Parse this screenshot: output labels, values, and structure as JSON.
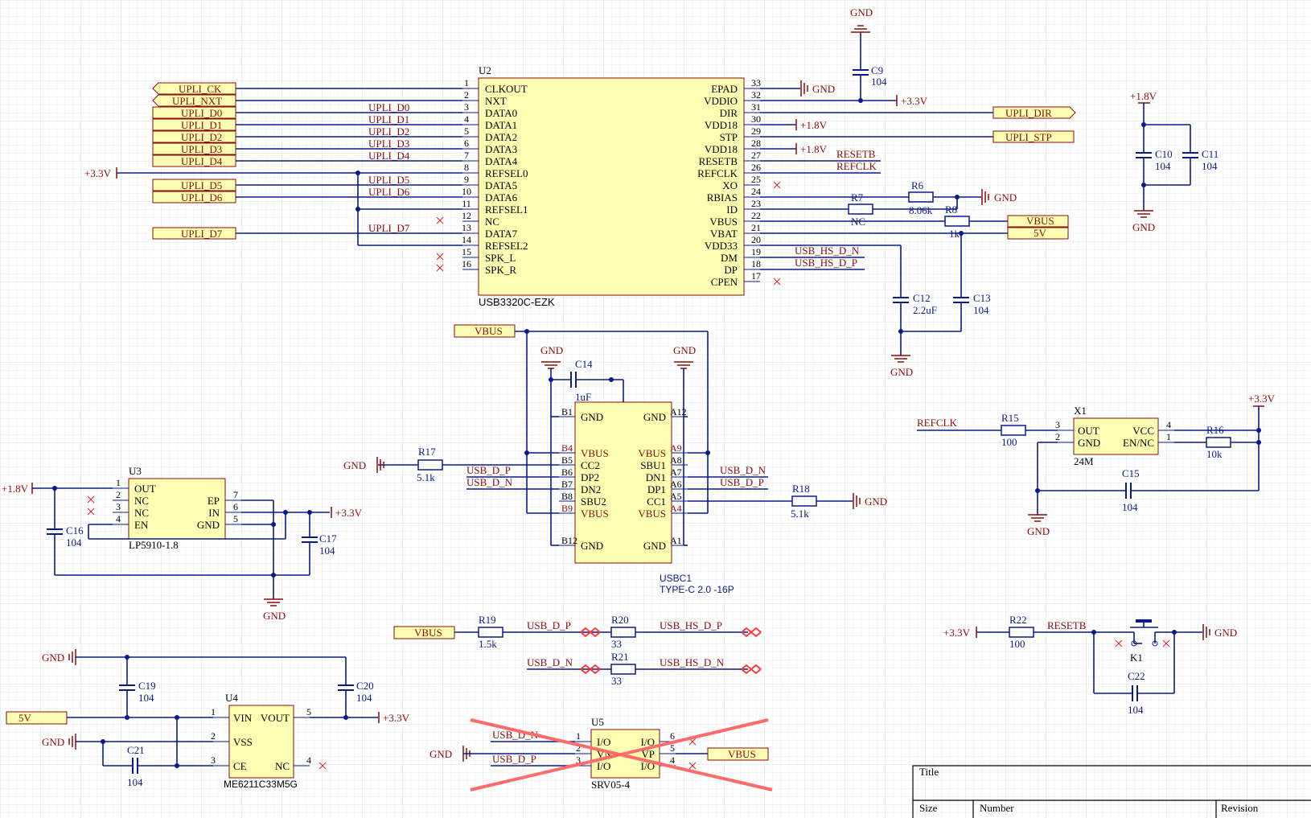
{
  "colors": {
    "wire": "#0a1a8c",
    "power": "#8a0a0a",
    "body": "#ffffb4",
    "no_connect": "#d02020",
    "cross": "#ff5a5a"
  },
  "power_labels": {
    "gnd": "GND",
    "v33": "+3.3V",
    "v18": "+1.8V"
  },
  "u2": {
    "designator": "U2",
    "part": "USB3320C-EZK",
    "left_pins": [
      {
        "num": "1",
        "name": "CLKOUT"
      },
      {
        "num": "2",
        "name": "NXT"
      },
      {
        "num": "3",
        "name": "DATA0"
      },
      {
        "num": "4",
        "name": "DATA1"
      },
      {
        "num": "5",
        "name": "DATA2"
      },
      {
        "num": "6",
        "name": "DATA3"
      },
      {
        "num": "7",
        "name": "DATA4"
      },
      {
        "num": "8",
        "name": "REFSEL0"
      },
      {
        "num": "9",
        "name": "DATA5"
      },
      {
        "num": "10",
        "name": "DATA6"
      },
      {
        "num": "11",
        "name": "REFSEL1"
      },
      {
        "num": "12",
        "name": "NC"
      },
      {
        "num": "13",
        "name": "DATA7"
      },
      {
        "num": "14",
        "name": "REFSEL2"
      },
      {
        "num": "15",
        "name": "SPK_L"
      },
      {
        "num": "16",
        "name": "SPK_R"
      }
    ],
    "right_pins": [
      {
        "num": "33",
        "name": "EPAD"
      },
      {
        "num": "32",
        "name": "VDDIO"
      },
      {
        "num": "31",
        "name": "DIR"
      },
      {
        "num": "30",
        "name": "VDD18"
      },
      {
        "num": "29",
        "name": "STP"
      },
      {
        "num": "28",
        "name": "VDD18"
      },
      {
        "num": "27",
        "name": "RESETB"
      },
      {
        "num": "26",
        "name": "REFCLK"
      },
      {
        "num": "25",
        "name": "XO"
      },
      {
        "num": "24",
        "name": "RBIAS"
      },
      {
        "num": "23",
        "name": "ID"
      },
      {
        "num": "22",
        "name": "VBUS"
      },
      {
        "num": "21",
        "name": "VBAT"
      },
      {
        "num": "20",
        "name": "VDD33"
      },
      {
        "num": "19",
        "name": "DM"
      },
      {
        "num": "18",
        "name": "DP"
      },
      {
        "num": "17",
        "name": "CPEN"
      }
    ]
  },
  "ports": {
    "upli_ck": "UPLI_CK",
    "upli_nxt": "UPLI_NXT",
    "upli_d": [
      "UPLI_D0",
      "UPLI_D1",
      "UPLI_D2",
      "UPLI_D3",
      "UPLI_D4",
      "UPLI_D5",
      "UPLI_D6",
      "UPLI_D7"
    ],
    "upli_dir": "UPLI_DIR",
    "upli_stp": "UPLI_STP",
    "vbus": "VBUS",
    "v5": "5V"
  },
  "nets": {
    "upli_d0": "UPLI_D0",
    "upli_d1": "UPLI_D1",
    "upli_d2": "UPLI_D2",
    "upli_d3": "UPLI_D3",
    "upli_d4": "UPLI_D4",
    "upli_d5": "UPLI_D5",
    "upli_d6": "UPLI_D6",
    "upli_d7": "UPLI_D7",
    "resetb": "RESETB",
    "refclk": "REFCLK",
    "usb_hs_d_n": "USB_HS_D_N",
    "usb_hs_d_p": "USB_HS_D_P",
    "usb_d_p": "USB_D_P",
    "usb_d_n": "USB_D_N"
  },
  "passives": {
    "c9": {
      "ref": "C9",
      "val": "104"
    },
    "c10": {
      "ref": "C10",
      "val": "104"
    },
    "c11": {
      "ref": "C11",
      "val": "104"
    },
    "c12": {
      "ref": "C12",
      "val": "2.2uF"
    },
    "c13": {
      "ref": "C13",
      "val": "104"
    },
    "c14": {
      "ref": "C14",
      "val": "1uF"
    },
    "c15": {
      "ref": "C15",
      "val": "104"
    },
    "c16": {
      "ref": "C16",
      "val": "104"
    },
    "c17": {
      "ref": "C17",
      "val": "104"
    },
    "c19": {
      "ref": "C19",
      "val": "104"
    },
    "c20": {
      "ref": "C20",
      "val": "104"
    },
    "c21": {
      "ref": "C21",
      "val": "104"
    },
    "c22": {
      "ref": "C22",
      "val": "104"
    },
    "r6": {
      "ref": "R6",
      "val": "8.06k"
    },
    "r7": {
      "ref": "R7",
      "val": "NC"
    },
    "r8": {
      "ref": "R8",
      "val": "1k"
    },
    "r15": {
      "ref": "R15",
      "val": "100"
    },
    "r16": {
      "ref": "R16",
      "val": "10k"
    },
    "r17": {
      "ref": "R17",
      "val": "5.1k"
    },
    "r18": {
      "ref": "R18",
      "val": "5.1k"
    },
    "r19": {
      "ref": "R19",
      "val": "1.5k"
    },
    "r20": {
      "ref": "R20",
      "val": "33"
    },
    "r21": {
      "ref": "R21",
      "val": "33"
    },
    "r22": {
      "ref": "R22",
      "val": "100"
    }
  },
  "usbc1": {
    "designator": "USBC1",
    "part": "TYPE-C 2.0 -16P",
    "left_pins": [
      {
        "num": "B1",
        "name": "GND"
      },
      {
        "num": "B4",
        "name": "VBUS"
      },
      {
        "num": "B5",
        "name": "CC2"
      },
      {
        "num": "B6",
        "name": "DP2"
      },
      {
        "num": "B7",
        "name": "DN2"
      },
      {
        "num": "B8",
        "name": "SBU2"
      },
      {
        "num": "B9",
        "name": "VBUS"
      },
      {
        "num": "B12",
        "name": "GND"
      }
    ],
    "right_pins": [
      {
        "num": "A12",
        "name": "GND"
      },
      {
        "num": "A9",
        "name": "VBUS"
      },
      {
        "num": "A8",
        "name": "SBU1"
      },
      {
        "num": "A7",
        "name": "DN1"
      },
      {
        "num": "A6",
        "name": "DP1"
      },
      {
        "num": "A5",
        "name": "CC1"
      },
      {
        "num": "A4",
        "name": "VBUS"
      },
      {
        "num": "A1",
        "name": "GND"
      }
    ]
  },
  "u3": {
    "designator": "U3",
    "part": "LP5910-1.8",
    "left_pins": [
      {
        "num": "1",
        "name": "OUT"
      },
      {
        "num": "2",
        "name": "NC"
      },
      {
        "num": "3",
        "name": "NC"
      },
      {
        "num": "4",
        "name": "EN"
      }
    ],
    "right_pins": [
      {
        "num": "7",
        "name": "EP"
      },
      {
        "num": "6",
        "name": "IN"
      },
      {
        "num": "5",
        "name": "GND"
      }
    ]
  },
  "u4": {
    "designator": "U4",
    "part": "ME6211C33M5G",
    "left_pins": [
      {
        "num": "1",
        "name": "VIN"
      },
      {
        "num": "2",
        "name": "VSS"
      },
      {
        "num": "3",
        "name": "CE"
      }
    ],
    "right_pins": [
      {
        "num": "5",
        "name": "VOUT"
      },
      {
        "num": "4",
        "name": "NC"
      }
    ]
  },
  "u5": {
    "designator": "U5",
    "part": "SRV05-4",
    "left_pins": [
      {
        "num": "1",
        "name": "I/O"
      },
      {
        "num": "2",
        "name": "VN"
      },
      {
        "num": "3",
        "name": "I/O"
      }
    ],
    "right_pins": [
      {
        "num": "6",
        "name": "I/O"
      },
      {
        "num": "5",
        "name": "VP"
      },
      {
        "num": "4",
        "name": "I/O"
      }
    ]
  },
  "x1": {
    "designator": "X1",
    "part": "24M",
    "left_pins": [
      {
        "num": "3",
        "name": "OUT"
      },
      {
        "num": "2",
        "name": "GND"
      }
    ],
    "right_pins": [
      {
        "num": "4",
        "name": "VCC"
      },
      {
        "num": "1",
        "name": "EN/NC"
      }
    ]
  },
  "k1": {
    "designator": "K1"
  },
  "title_block": {
    "title": "Title",
    "size": "Size",
    "number": "Number",
    "revision": "Revision"
  }
}
